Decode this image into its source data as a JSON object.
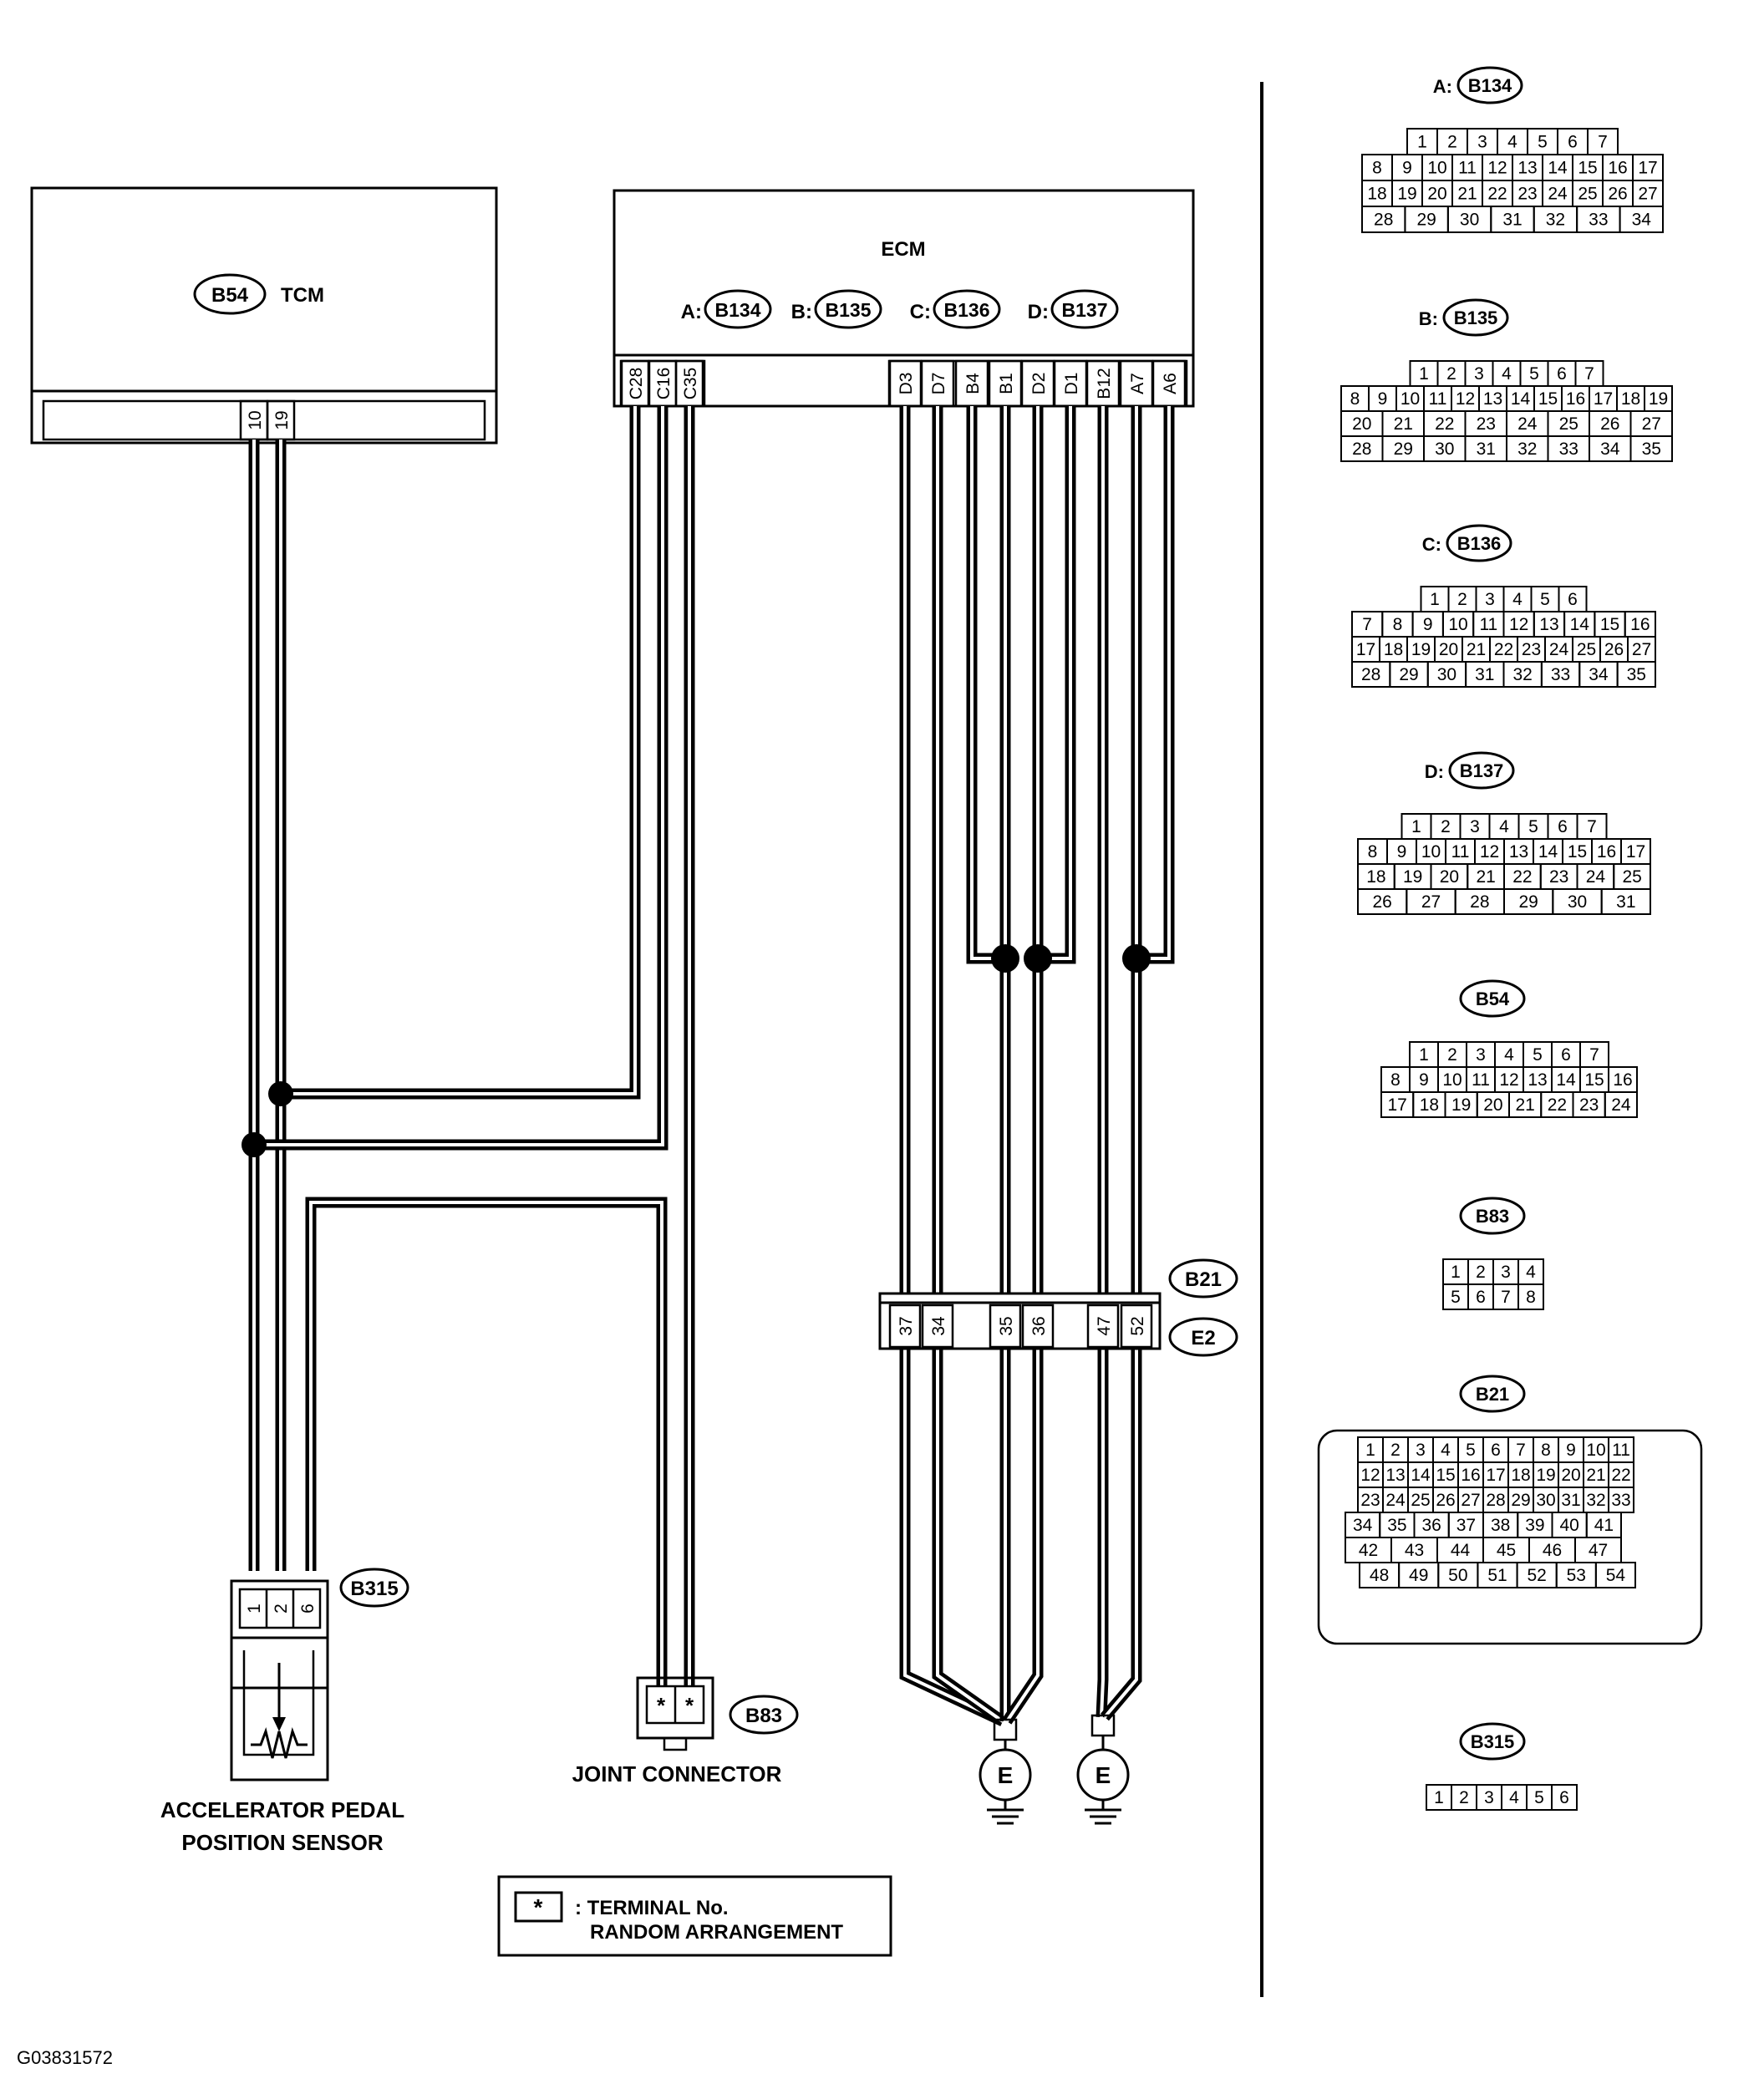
{
  "tcm": {
    "id": "B54",
    "name": "TCM",
    "terminals": [
      "10",
      "19"
    ]
  },
  "ecm": {
    "name": "ECM",
    "connectors": [
      {
        "prefix": "A:",
        "id": "B134"
      },
      {
        "prefix": "B:",
        "id": "B135"
      },
      {
        "prefix": "C:",
        "id": "B136"
      },
      {
        "prefix": "D:",
        "id": "B137"
      }
    ],
    "terminals": [
      "C28",
      "C16",
      "C35",
      "D3",
      "D7",
      "B4",
      "B1",
      "D2",
      "D1",
      "B12",
      "A7",
      "A6"
    ]
  },
  "b21": {
    "upper_id": "B21",
    "lower_id": "E2",
    "terminals": [
      "37",
      "34",
      "35",
      "36",
      "47",
      "52"
    ]
  },
  "sensor": {
    "id": "B315",
    "terminals": [
      "1",
      "2",
      "6"
    ],
    "label_line1": "ACCELERATOR PEDAL",
    "label_line2": "POSITION SENSOR"
  },
  "joint": {
    "id": "B83",
    "terminals": [
      "*",
      "*"
    ],
    "label": "JOINT CONNECTOR"
  },
  "grounds": [
    "E",
    "E"
  ],
  "legend": {
    "symbol": "*",
    "line1": ": TERMINAL No.",
    "line2": "RANDOM ARRANGEMENT"
  },
  "figure_code": "G03831572",
  "connector_views": [
    {
      "prefix": "A:",
      "id": "B134",
      "rows": [
        [
          "1",
          "2",
          "3",
          "4",
          "5",
          "6",
          "7"
        ],
        [
          "8",
          "9",
          "10",
          "11",
          "12",
          "13",
          "14",
          "15",
          "16",
          "17"
        ],
        [
          "18",
          "19",
          "20",
          "21",
          "22",
          "23",
          "24",
          "25",
          "26",
          "27"
        ],
        [
          "28",
          "29",
          "30",
          "31",
          "32",
          "33",
          "34"
        ]
      ]
    },
    {
      "prefix": "B:",
      "id": "B135",
      "rows": [
        [
          "1",
          "2",
          "3",
          "4",
          "5",
          "6",
          "7"
        ],
        [
          "8",
          "9",
          "10",
          "11",
          "12",
          "13",
          "14",
          "15",
          "16",
          "17",
          "18",
          "19"
        ],
        [
          "20",
          "21",
          "22",
          "23",
          "24",
          "25",
          "26",
          "27"
        ],
        [
          "28",
          "29",
          "30",
          "31",
          "32",
          "33",
          "34",
          "35"
        ]
      ]
    },
    {
      "prefix": "C:",
      "id": "B136",
      "rows": [
        [
          "1",
          "2",
          "3",
          "4",
          "5",
          "6"
        ],
        [
          "7",
          "8",
          "9",
          "10",
          "11",
          "12",
          "13",
          "14",
          "15",
          "16"
        ],
        [
          "17",
          "18",
          "19",
          "20",
          "21",
          "22",
          "23",
          "24",
          "25",
          "26",
          "27"
        ],
        [
          "28",
          "29",
          "30",
          "31",
          "32",
          "33",
          "34",
          "35"
        ]
      ]
    },
    {
      "prefix": "D:",
      "id": "B137",
      "rows": [
        [
          "1",
          "2",
          "3",
          "4",
          "5",
          "6",
          "7"
        ],
        [
          "8",
          "9",
          "10",
          "11",
          "12",
          "13",
          "14",
          "15",
          "16",
          "17"
        ],
        [
          "18",
          "19",
          "20",
          "21",
          "22",
          "23",
          "24",
          "25"
        ],
        [
          "26",
          "27",
          "28",
          "29",
          "30",
          "31"
        ]
      ]
    },
    {
      "prefix": "",
      "id": "B54",
      "rows": [
        [
          "1",
          "2",
          "3",
          "4",
          "5",
          "6",
          "7"
        ],
        [
          "8",
          "9",
          "10",
          "11",
          "12",
          "13",
          "14",
          "15",
          "16"
        ],
        [
          "17",
          "18",
          "19",
          "20",
          "21",
          "22",
          "23",
          "24"
        ]
      ]
    },
    {
      "prefix": "",
      "id": "B83",
      "rows": [
        [
          "1",
          "2",
          "3",
          "4"
        ],
        [
          "5",
          "6",
          "7",
          "8"
        ]
      ]
    },
    {
      "prefix": "",
      "id": "B21",
      "rows": [
        [
          "1",
          "2",
          "3",
          "4",
          "5",
          "6",
          "7",
          "8",
          "9",
          "10",
          "11"
        ],
        [
          "12",
          "13",
          "14",
          "15",
          "16",
          "17",
          "18",
          "19",
          "20",
          "21",
          "22"
        ],
        [
          "23",
          "24",
          "25",
          "26",
          "27",
          "28",
          "29",
          "30",
          "31",
          "32",
          "33"
        ],
        [
          "34",
          "35",
          "36",
          "37",
          "38",
          "39",
          "40",
          "41"
        ],
        [
          "42",
          "43",
          "44",
          "45",
          "46",
          "47"
        ],
        [
          "48",
          "49",
          "50",
          "51",
          "52",
          "53",
          "54"
        ]
      ]
    },
    {
      "prefix": "",
      "id": "B315",
      "rows": [
        [
          "1",
          "2",
          "3",
          "4",
          "5",
          "6"
        ]
      ]
    }
  ]
}
